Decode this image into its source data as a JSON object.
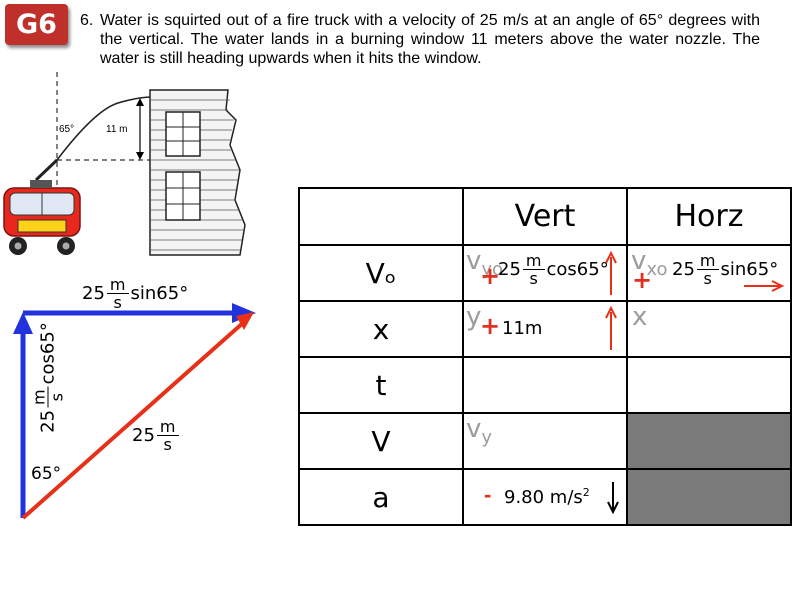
{
  "badge": "G6",
  "problem": {
    "number": "6.",
    "text": "Water is squirted out of a fire truck with a velocity of 25 m/s at an angle of 65° degrees with the vertical. The water lands in a burning window 11 meters above the water nozzle. The water is still heading upwards when it hits the window."
  },
  "figure": {
    "angle_label": "65°",
    "height_label": "11 m"
  },
  "triangle": {
    "top_coef": "25",
    "top_num": "m",
    "top_den": "s",
    "top_trig": "sin65°",
    "left_coef": "25",
    "left_num": "m",
    "left_den": "s",
    "left_trig": "cos65°",
    "hyp_coef": "25",
    "hyp_num": "m",
    "hyp_den": "s",
    "angle": "65°",
    "colors": {
      "horizontal": "#2233dd",
      "vertical": "#2233dd",
      "hypotenuse": "#e83018"
    }
  },
  "table": {
    "headers": [
      "",
      "Vert",
      "Horz"
    ],
    "rows": {
      "v0": {
        "label": "Vₒ",
        "vert_ghost": "v",
        "vert_ghost_sub": "yo",
        "vert_sign": "+",
        "vert_coef": "25",
        "vert_num": "m",
        "vert_den": "s",
        "vert_trig": "cos65°",
        "horz_ghost": "v",
        "horz_ghost_sub": "xo",
        "horz_sign": "+",
        "horz_coef": "25",
        "horz_num": "m",
        "horz_den": "s",
        "horz_trig": "sin65°"
      },
      "x": {
        "label": "x",
        "vert_ghost": "y",
        "vert_sign": "+",
        "vert_value": "11m",
        "horz_ghost": "x"
      },
      "t": {
        "label": "t"
      },
      "v": {
        "label": "V",
        "vert_ghost": "v",
        "vert_ghost_sub": "y"
      },
      "a": {
        "label": "a",
        "vert_sign": "-",
        "vert_value": "9.80 m/s",
        "vert_exp": "2"
      }
    }
  },
  "colors": {
    "badge": "#c0302a",
    "sign": "#e03020",
    "shade": "#7a7a7a",
    "ghost": "#9c9c9c"
  }
}
